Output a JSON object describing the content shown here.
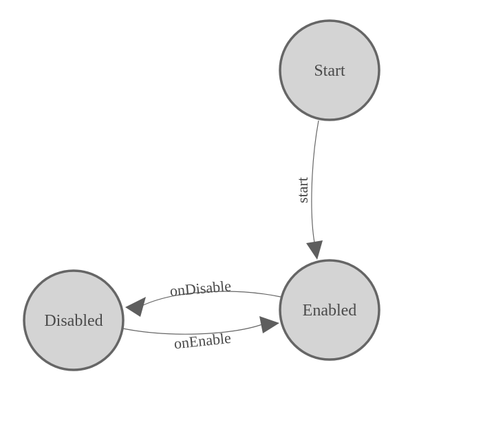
{
  "diagram": {
    "nodes": [
      {
        "id": "start",
        "label": "Start"
      },
      {
        "id": "enabled",
        "label": "Enabled"
      },
      {
        "id": "disabled",
        "label": "Disabled"
      }
    ],
    "edges": [
      {
        "id": "start",
        "label": "start",
        "from": "Start",
        "to": "Enabled"
      },
      {
        "id": "onDisable",
        "label": "onDisable",
        "from": "Enabled",
        "to": "Disabled"
      },
      {
        "id": "onEnable",
        "label": "onEnable",
        "from": "Disabled",
        "to": "Enabled"
      }
    ],
    "colors": {
      "background": "#ffffff",
      "node_fill": "#d4d4d4",
      "node_stroke": "#666666",
      "edge_stroke": "#666666",
      "arrow_fill": "#5e5e5e",
      "label_text": "#4a4a4a"
    }
  }
}
